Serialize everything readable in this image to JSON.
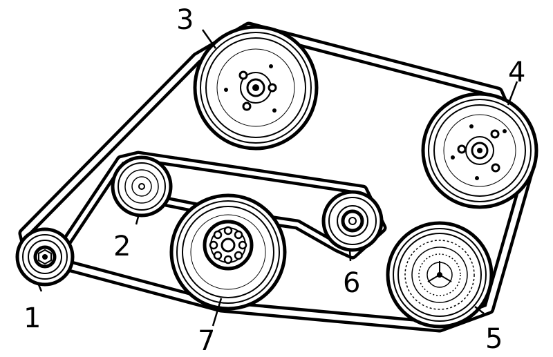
{
  "colors": {
    "ink": "#000000",
    "paper": "#ffffff"
  },
  "callouts": {
    "p1": "1",
    "p2": "2",
    "p3": "3",
    "p4": "4",
    "p5": "5",
    "p6": "6",
    "p7": "7"
  }
}
